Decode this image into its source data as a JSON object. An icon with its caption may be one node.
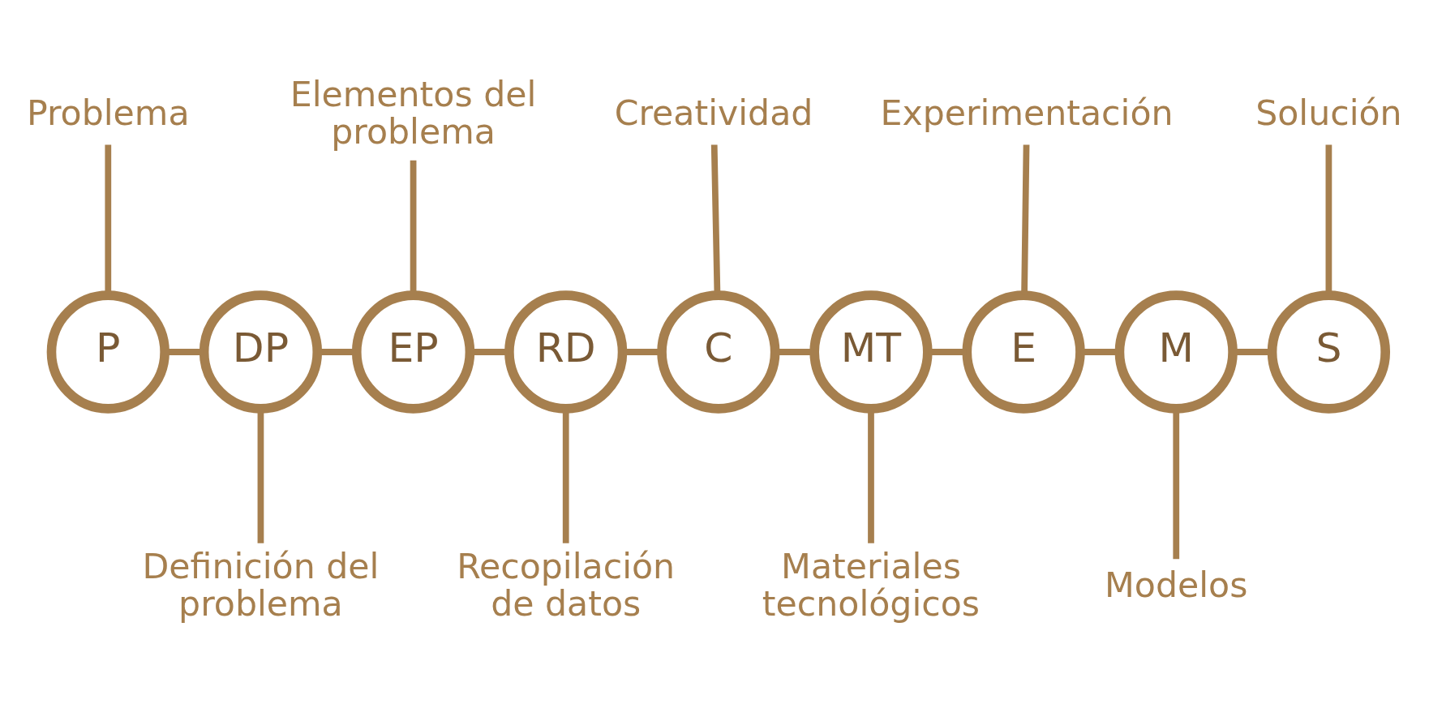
{
  "diagram": {
    "nodes": [
      {
        "text": [
          "P"
        ]
      },
      {
        "text": [
          "DP"
        ]
      },
      {
        "text": [
          "EP"
        ]
      },
      {
        "text": [
          "RD"
        ]
      },
      {
        "text": [
          "C"
        ]
      },
      {
        "text": [
          "MT"
        ]
      },
      {
        "text": [
          "E"
        ]
      },
      {
        "text": [
          "M"
        ]
      },
      {
        "text": [
          "S"
        ]
      },
      {
        "text": [
          "Problema"
        ]
      },
      {
        "text": [
          "Definición del problema"
        ]
      },
      {
        "text": [
          "Elementos del problema"
        ]
      },
      {
        "text": [
          "Recopilación de datos"
        ]
      },
      {
        "text": [
          "Creatividad"
        ]
      },
      {
        "text": [
          "Materiales tecnológicos"
        ]
      },
      {
        "text": [
          "Experimentación"
        ]
      },
      {
        "text": [
          "Modelos"
        ]
      },
      {
        "text": [
          "Solución"
        ]
      }
    ],
    "edges": [
      {
        "from": 0,
        "to": 1,
        "arrow": "none"
      },
      {
        "from": 1,
        "to": 2,
        "arrow": "none"
      },
      {
        "from": 2,
        "to": 3,
        "arrow": "none"
      },
      {
        "from": 3,
        "to": 4,
        "arrow": "none"
      },
      {
        "from": 4,
        "to": 5,
        "arrow": "none"
      },
      {
        "from": 5,
        "to": 6,
        "arrow": "none"
      },
      {
        "from": 6,
        "to": 7,
        "arrow": "none"
      },
      {
        "from": 7,
        "to": 8,
        "arrow": "none"
      },
      {
        "from": 9,
        "to": 0,
        "arrow": "none"
      },
      {
        "from": 1,
        "to": 10,
        "arrow": "none"
      },
      {
        "from": 11,
        "to": 2,
        "arrow": "none"
      },
      {
        "from": 3,
        "to": 12,
        "arrow": "none"
      },
      {
        "from": 13,
        "to": 4,
        "arrow": "none"
      },
      {
        "from": 5,
        "to": 14,
        "arrow": "none"
      },
      {
        "from": 15,
        "to": 6,
        "arrow": "none"
      },
      {
        "from": 7,
        "to": 16,
        "arrow": "none"
      },
      {
        "from": 17,
        "to": 8,
        "arrow": "none"
      }
    ]
  }
}
